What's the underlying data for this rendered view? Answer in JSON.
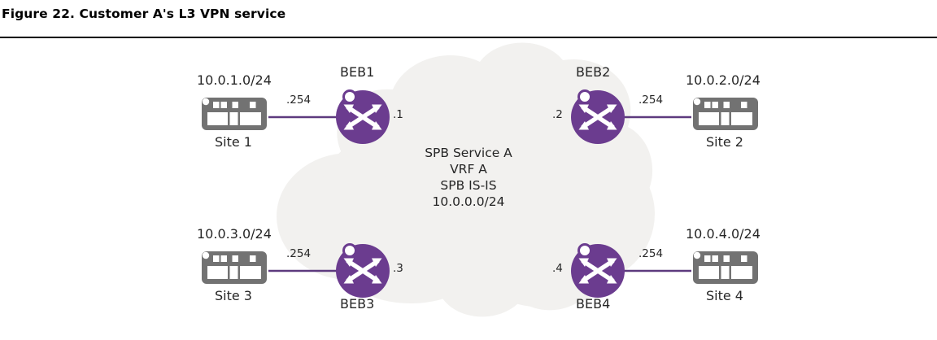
{
  "figure": {
    "title": "Figure 22. Customer A's L3 VPN service"
  },
  "colors": {
    "router_purple": "#6b3c8f",
    "link_purple": "#5d3a7e",
    "switch_gray": "#727272",
    "cloud_gray": "#f2f1ef",
    "text": "#262626",
    "rule": "#000000"
  },
  "cloud": {
    "name": "spb-network-cloud",
    "lines": [
      "SPB Service A",
      "VRF A",
      "SPB IS-IS",
      "10.0.0.0/24"
    ]
  },
  "nodes": {
    "routers": [
      {
        "id": "beb1",
        "label": "BEB1",
        "icon": "router-icon",
        "host": ".1",
        "label_pos": "above",
        "host_pos": "right"
      },
      {
        "id": "beb2",
        "label": "BEB2",
        "icon": "router-icon",
        "host": ".2",
        "label_pos": "above",
        "host_pos": "left"
      },
      {
        "id": "beb3",
        "label": "BEB3",
        "icon": "router-icon",
        "host": ".3",
        "label_pos": "below",
        "host_pos": "right"
      },
      {
        "id": "beb4",
        "label": "BEB4",
        "icon": "router-icon",
        "host": ".4",
        "label_pos": "below",
        "host_pos": "left"
      }
    ],
    "sites": [
      {
        "id": "site1",
        "label": "Site 1",
        "icon": "switch-icon",
        "subnet": "10.0.1.0/24",
        "gateway": ".254"
      },
      {
        "id": "site2",
        "label": "Site 2",
        "icon": "switch-icon",
        "subnet": "10.0.2.0/24",
        "gateway": ".254"
      },
      {
        "id": "site3",
        "label": "Site 3",
        "icon": "switch-icon",
        "subnet": "10.0.3.0/24",
        "gateway": ".254"
      },
      {
        "id": "site4",
        "label": "Site 4",
        "icon": "switch-icon",
        "subnet": "10.0.4.0/24",
        "gateway": ".254"
      }
    ]
  },
  "links": [
    {
      "from": "site1",
      "to": "beb1",
      "label": ".254"
    },
    {
      "from": "site2",
      "to": "beb2",
      "label": ".254"
    },
    {
      "from": "site3",
      "to": "beb3",
      "label": ".254"
    },
    {
      "from": "site4",
      "to": "beb4",
      "label": ".254"
    }
  ]
}
